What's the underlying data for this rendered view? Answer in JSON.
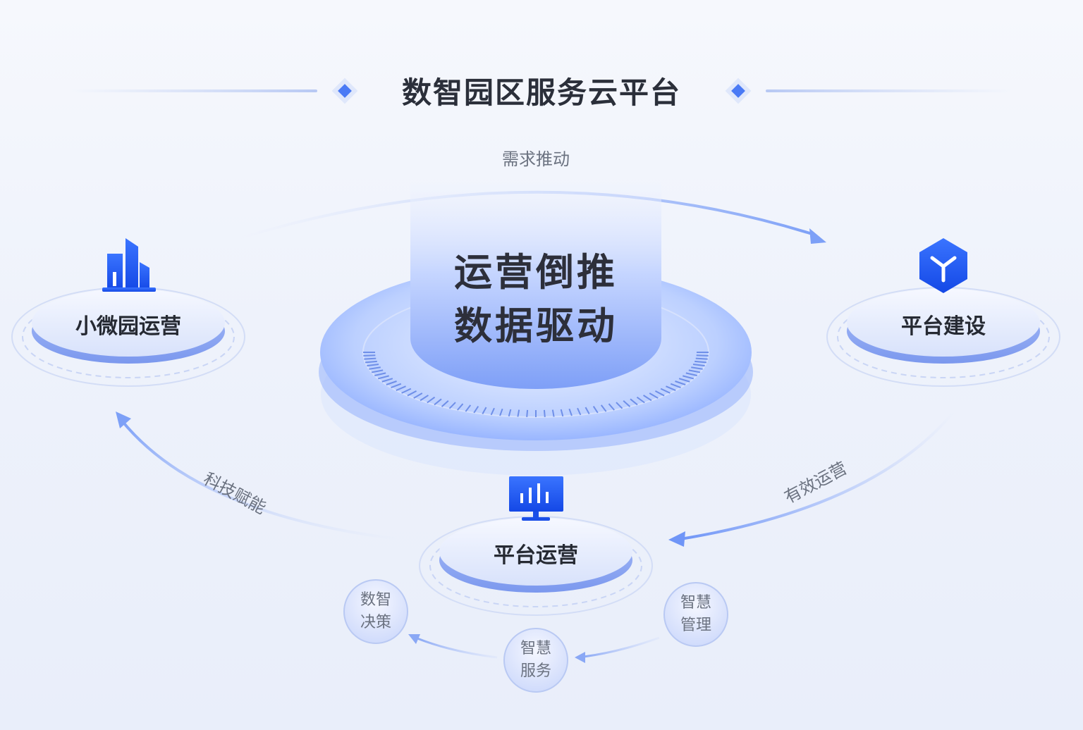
{
  "header": {
    "title": "数智园区服务云平台"
  },
  "center": {
    "line1": "运营倒推",
    "line2": "数据驱动"
  },
  "flows": {
    "top": "需求推动",
    "left": "科技赋能",
    "right": "有效运营"
  },
  "nodes": {
    "left": "小微园运营",
    "right": "平台建设",
    "bottom": "平台运营"
  },
  "sub_nodes": [
    {
      "line1": "数智",
      "line2": "决策"
    },
    {
      "line1": "智慧",
      "line2": "服务"
    },
    {
      "line1": "智慧",
      "line2": "管理"
    }
  ],
  "colors": {
    "accent": "#1f5cf5",
    "accent_light": "#8fb0ff",
    "text_dark": "#2b2f3a",
    "text_muted": "#6b7280"
  },
  "icons": {
    "left": "building-icon",
    "right": "cube-icon",
    "bottom": "monitor-chart-icon"
  }
}
